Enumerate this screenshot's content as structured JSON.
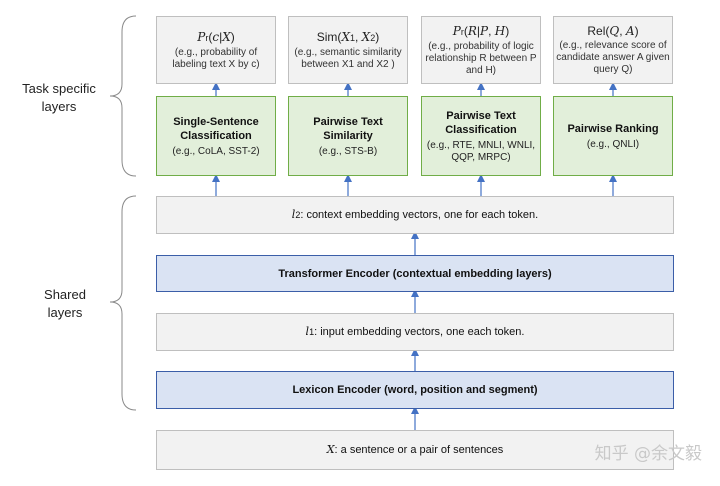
{
  "side_labels": {
    "task": [
      "Task specific",
      "layers"
    ],
    "shared": [
      "Shared",
      "layers"
    ]
  },
  "outputs": [
    {
      "formula": "Pr(c|X)",
      "desc": "(e.g., probability of labeling text X by c)"
    },
    {
      "formula": "Sim(X1, X2)",
      "desc": "(e.g., semantic similarity between X1 and X2 )"
    },
    {
      "formula": "Pr(R|P, H)",
      "desc": "(e.g., probability of logic relationship R between P and H)"
    },
    {
      "formula": "Rel(Q, A)",
      "desc": "(e.g., relevance score of candidate answer A given query Q)"
    }
  ],
  "tasks": [
    {
      "title": "Single-Sentence Classification",
      "examples": "(e.g., CoLA, SST-2)"
    },
    {
      "title": "Pairwise Text Similarity",
      "examples": "(e.g., STS-B)"
    },
    {
      "title": "Pairwise Text Classification",
      "examples": "(e.g., RTE, MNLI, WNLI, QQP, MRPC)"
    },
    {
      "title": "Pairwise Ranking",
      "examples": "(e.g., QNLI)"
    }
  ],
  "layers": {
    "l2": {
      "symbol": "l2",
      "text": ": context embedding vectors, one for each token."
    },
    "transformer": "Transformer Encoder (contextual embedding layers)",
    "l1": {
      "symbol": "l1",
      "text": ": input embedding vectors, one each token."
    },
    "lexicon": "Lexicon Encoder (word, position and segment)",
    "input": {
      "symbol": "X",
      "text": ": a sentence or a pair of sentences"
    }
  },
  "watermark": "知乎 @余文毅"
}
